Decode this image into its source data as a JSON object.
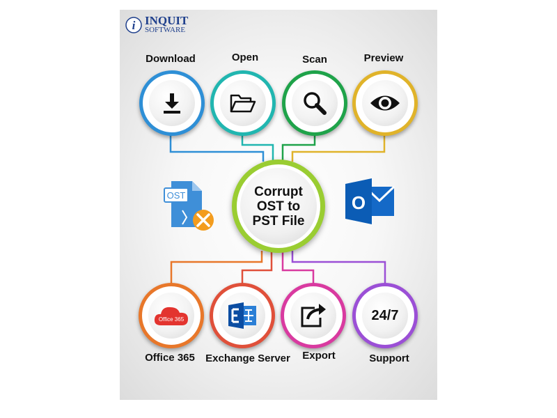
{
  "brand": {
    "name_line1": "Inquit",
    "name_line2": "Software",
    "logo_letter": "i"
  },
  "center": {
    "line1": "Corrupt",
    "line2": "OST to",
    "line3": "PST File",
    "ring_color": "#9acd32"
  },
  "top_nodes": [
    {
      "label": "Download",
      "icon": "download-icon",
      "color": "#2e8fd6"
    },
    {
      "label": "Open",
      "icon": "folder-open-icon",
      "color": "#21b6b0"
    },
    {
      "label": "Scan",
      "icon": "magnifier-icon",
      "color": "#1fa34a"
    },
    {
      "label": "Preview",
      "icon": "eye-icon",
      "color": "#e0b32a"
    }
  ],
  "bottom_nodes": [
    {
      "label": "Office 365",
      "icon": "office365-cloud-icon",
      "color": "#e8772a",
      "badge_text": "Office 365"
    },
    {
      "label": "Exchange Server",
      "icon": "exchange-icon",
      "color": "#e0503a"
    },
    {
      "label": "Export",
      "icon": "export-icon",
      "color": "#d93aa0"
    },
    {
      "label": "Support",
      "icon": "support-247-icon",
      "color": "#9b4fd6",
      "badge_text": "24/7"
    }
  ],
  "side_icons": {
    "ost_file_text": "OST",
    "outlook_letter": "O"
  }
}
